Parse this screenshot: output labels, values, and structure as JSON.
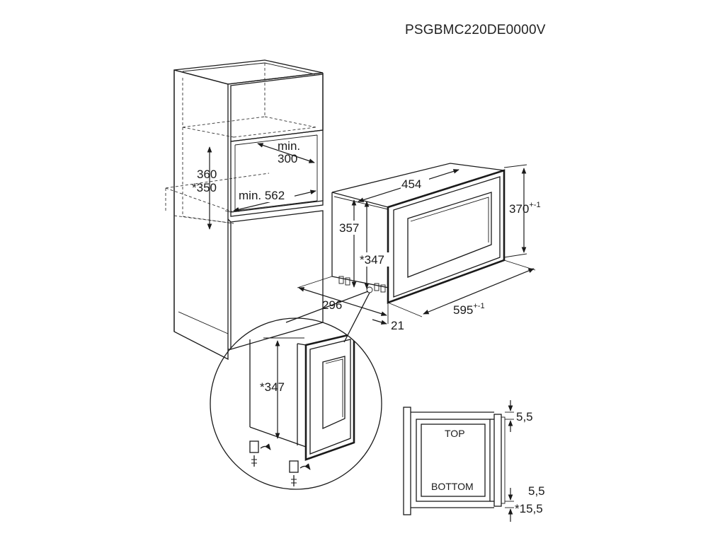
{
  "model_code": "PSGBMC220DE0000V",
  "dimensions": {
    "niche_min_depth_a": "min.",
    "niche_min_depth_b": "300",
    "niche_height_a": "360",
    "niche_height_b": "*350",
    "niche_min_width": "min. 562",
    "appliance_width": "454",
    "appliance_height": "370",
    "appliance_height_tol": "+-1",
    "appliance_body_height": "357",
    "appliance_inner_height": "*347",
    "appliance_depth": "296",
    "frame_width": "595",
    "frame_width_tol": "+-1",
    "frame_offset": "21",
    "detail_height": "*347"
  },
  "detail": {
    "top_label": "TOP",
    "bottom_label": "BOTTOM",
    "gap_top": "5,5",
    "gap_bottom": "5,5",
    "gap_bottom_alt": "*15,5"
  }
}
